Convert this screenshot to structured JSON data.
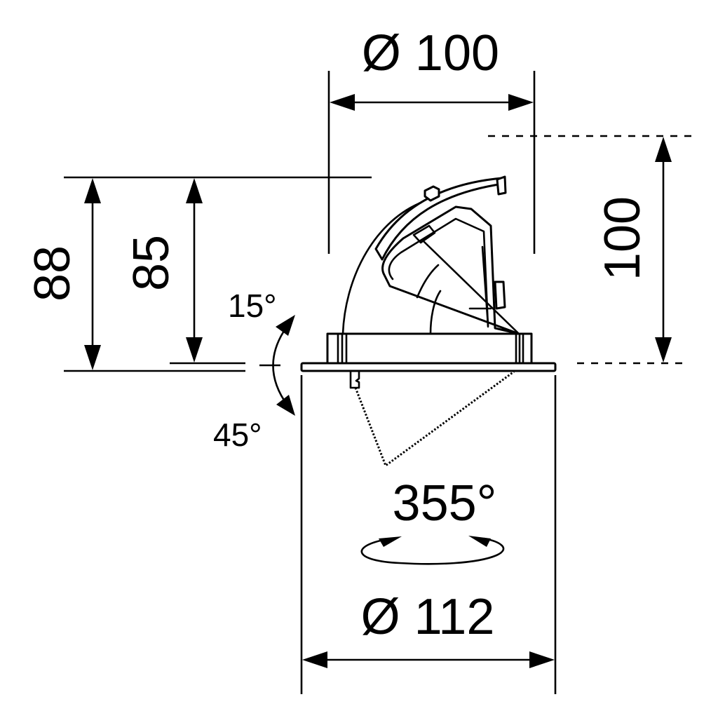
{
  "drawing": {
    "type": "dimension drawing",
    "subject": "recessed adjustable spotlight (side view)",
    "units": "mm",
    "line_color": "#000000",
    "background": "#ffffff"
  },
  "dimensions": {
    "top_diameter": {
      "symbol": "Ø",
      "value": "100",
      "label": "Ø 100"
    },
    "bottom_diameter": {
      "symbol": "Ø",
      "value": "112",
      "label": "Ø 112"
    },
    "total_height": {
      "value": "100",
      "label": "100"
    },
    "recess_height_outer": {
      "value": "88",
      "label": "88"
    },
    "recess_height_inner": {
      "value": "85",
      "label": "85"
    }
  },
  "angles": {
    "tilt_up": {
      "value": "15",
      "label": "15°"
    },
    "tilt_down": {
      "value": "45",
      "label": "45°"
    },
    "rotation": {
      "value": "355",
      "label": "355°"
    }
  }
}
